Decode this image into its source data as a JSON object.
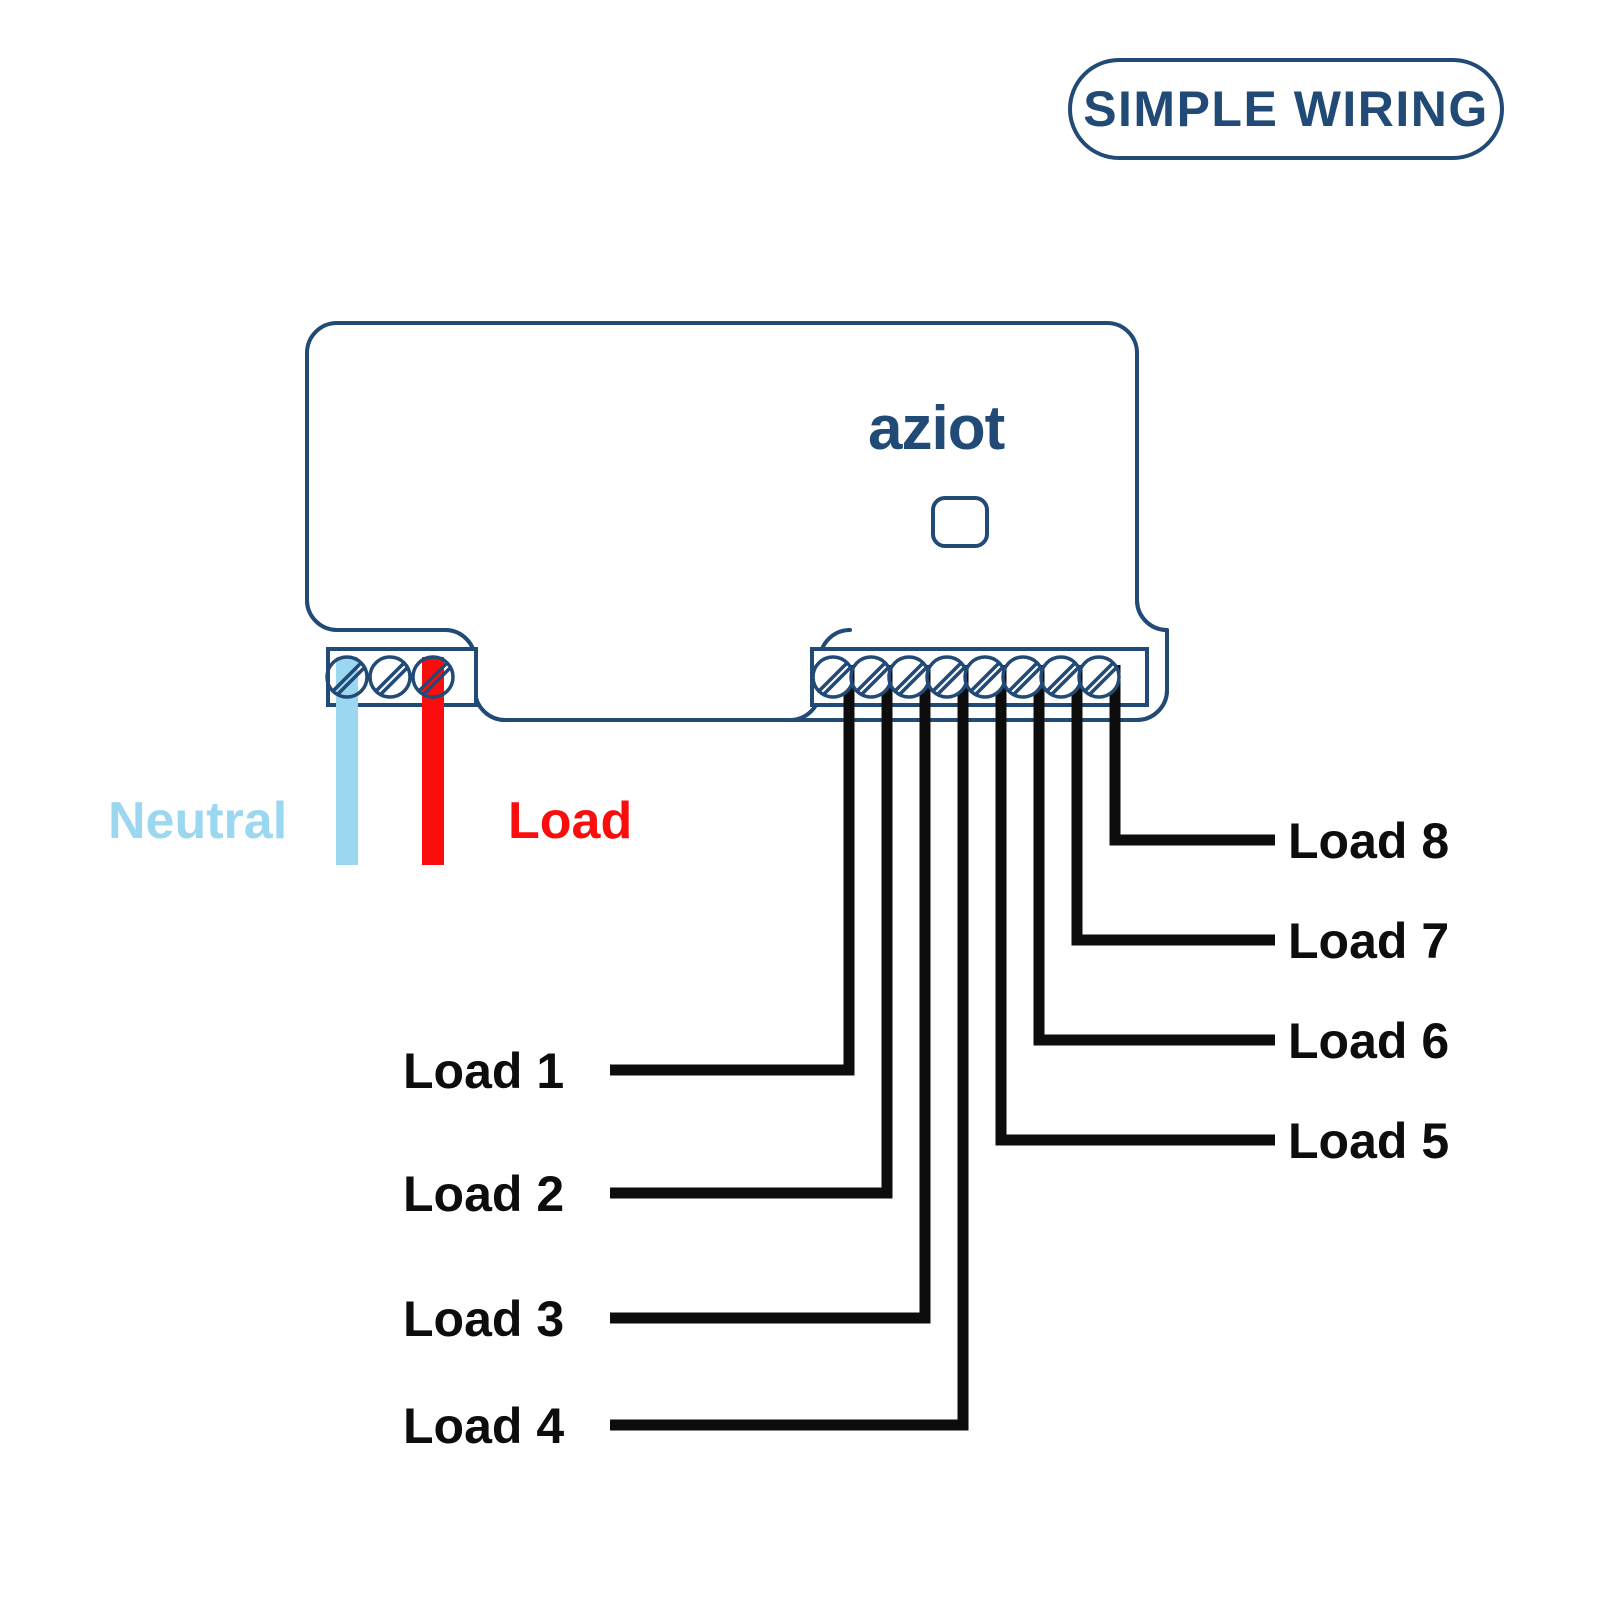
{
  "badge": {
    "label": "SIMPLE WIRING",
    "border_color": "#214a76",
    "text_color": "#214a76"
  },
  "device": {
    "brand": "aziot",
    "brand_color": "#214a76",
    "outline_color": "#214a76",
    "button_name": "pairing-button",
    "left_terminal_count": 3,
    "right_terminal_count": 8
  },
  "power_labels": [
    {
      "text": "Neutral",
      "color": "#9bd7f0",
      "wire_color": "#9bd7f0",
      "terminal": 1
    },
    {
      "text": "Load",
      "color": "#fb0d0d",
      "wire_color": "#fb0d0d",
      "terminal": 3
    }
  ],
  "load_labels_left": [
    {
      "text": "Load 1",
      "terminal": 1
    },
    {
      "text": "Load 2",
      "terminal": 2
    },
    {
      "text": "Load 3",
      "terminal": 3
    },
    {
      "text": "Load 4",
      "terminal": 4
    }
  ],
  "load_labels_right": [
    {
      "text": "Load 8",
      "terminal": 8
    },
    {
      "text": "Load 7",
      "terminal": 7
    },
    {
      "text": "Load 6",
      "terminal": 6
    },
    {
      "text": "Load 5",
      "terminal": 5
    }
  ],
  "wire_color": "#0d0d0d"
}
